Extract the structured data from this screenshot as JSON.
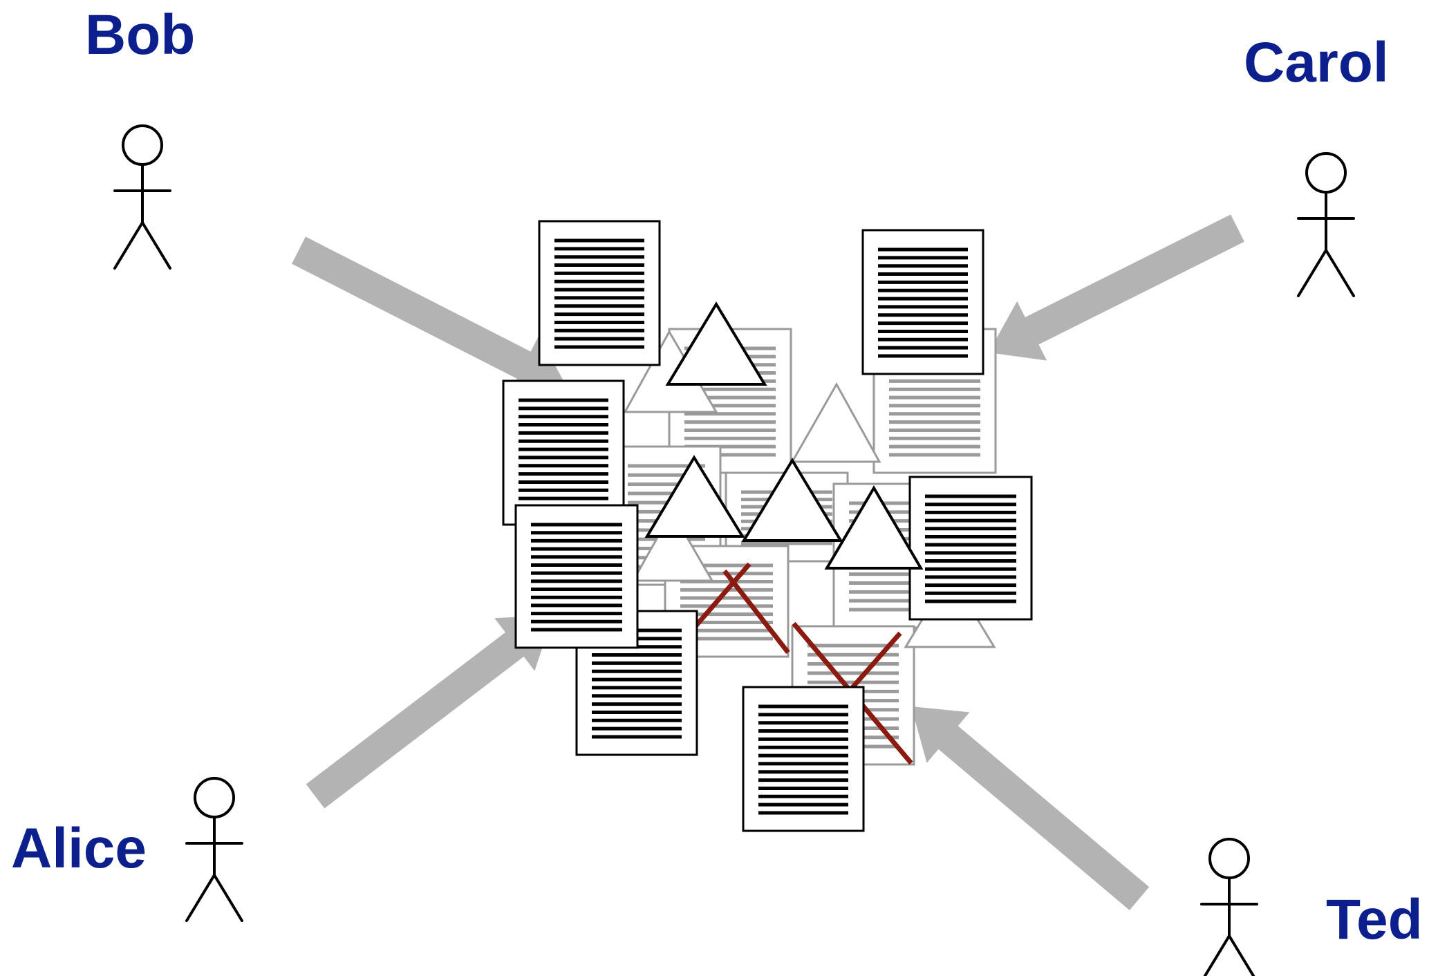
{
  "colors": {
    "label": "#0d1f8c",
    "arrow": "#b3b3b3",
    "faded": "#9a9a9a",
    "ink": "#000000",
    "cross": "#8b1a10",
    "paper": "#ffffff"
  },
  "people": {
    "bob": {
      "name": "Bob"
    },
    "carol": {
      "name": "Carol"
    },
    "alice": {
      "name": "Alice"
    },
    "ted": {
      "name": "Ted"
    }
  },
  "icons": {
    "person": "stick-figure-icon",
    "document": "text-document-icon",
    "shape": "triangle-icon",
    "rejected": "red-x-icon"
  }
}
